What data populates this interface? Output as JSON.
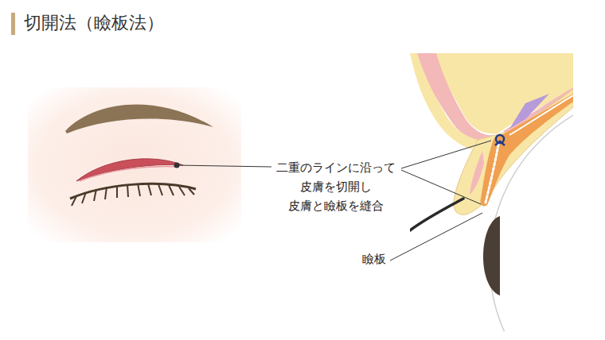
{
  "diagram": {
    "title": "切開法（瞼板法）",
    "labels": [
      "二重のラインに沿って 皮膚を切開し 皮膚と瞼板を縫合",
      "瞼板"
    ]
  }
}
